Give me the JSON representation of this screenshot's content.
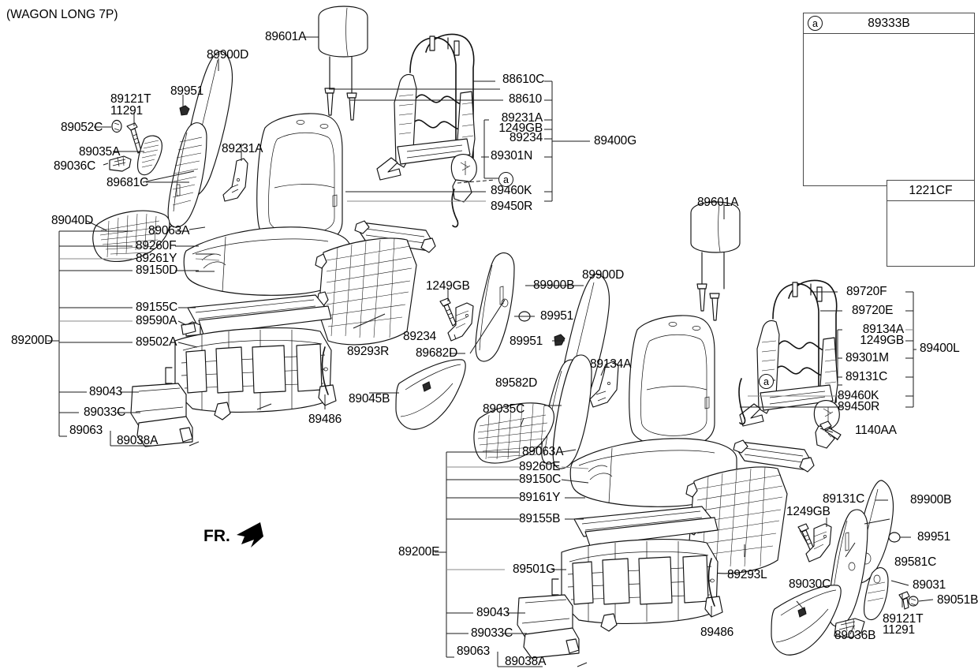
{
  "diagram": {
    "title": "(WAGON LONG 7P)",
    "direction_marker": "FR.",
    "circle_ref": "a"
  },
  "insets": [
    {
      "id": "inset-89333b",
      "ref_badge": "a",
      "part": "89333B",
      "icon": "cable-harness-icon"
    },
    {
      "id": "inset-1221cf",
      "ref_badge": "",
      "part": "1221CF",
      "icon": "screw-icon"
    }
  ],
  "assemblies": [
    {
      "id": "89400G",
      "label": "89400G",
      "members": [
        "88610C",
        "88610",
        "89231A",
        "1249GB",
        "89234",
        "89301N",
        "89460K",
        "89450R"
      ]
    },
    {
      "id": "89200D",
      "label": "89200D",
      "members": [
        "89063A",
        "89260F",
        "89261Y",
        "89150D",
        "89155C",
        "89590A",
        "89502A",
        "89043",
        "89033C",
        "89063",
        "89038A"
      ]
    },
    {
      "id": "89400L",
      "label": "89400L",
      "members": [
        "89720F",
        "89720E",
        "89134A",
        "1249GB",
        "89301M",
        "89131C",
        "89460K",
        "89450R"
      ]
    },
    {
      "id": "89200E",
      "label": "89200E",
      "members": [
        "89063A",
        "89260E",
        "89150C",
        "89161Y",
        "89155B",
        "89501G",
        "89043",
        "89033C",
        "89063",
        "89038A"
      ]
    }
  ],
  "labels": {
    "l_89900D": "89900D",
    "l_89121T": "89121T",
    "l_11291": "11291",
    "l_89951_a": "89951",
    "l_89052C": "89052C",
    "l_89035A": "89035A",
    "l_89036C": "89036C",
    "l_89681C": "89681C",
    "l_89040D": "89040D",
    "l_89231A_left": "89231A",
    "l_89601A_left": "89601A",
    "l_88610C": "88610C",
    "l_88610": "88610",
    "l_89231A": "89231A",
    "l_1249GB_a": "1249GB",
    "l_89234_a": "89234",
    "l_89301N": "89301N",
    "l_89400G": "89400G",
    "l_89460K_a": "89460K",
    "l_89450R_a": "89450R",
    "l_89063A_a": "89063A",
    "l_89260F": "89260F",
    "l_89261Y": "89261Y",
    "l_89150D": "89150D",
    "l_89155C": "89155C",
    "l_89590A": "89590A",
    "l_89200D": "89200D",
    "l_89502A": "89502A",
    "l_89043_a": "89043",
    "l_89033C_a": "89033C",
    "l_89063_a": "89063",
    "l_89038A_a": "89038A",
    "l_89293R": "89293R",
    "l_89486_a": "89486",
    "l_1249GB_b": "1249GB",
    "l_89234_b": "89234",
    "l_89682D": "89682D",
    "l_89900B_a": "89900B",
    "l_89900D_b": "89900D",
    "l_89951_b": "89951",
    "l_89951_c": "89951",
    "l_89045B": "89045B",
    "l_89582D": "89582D",
    "l_89035C": "89035C",
    "l_89134A": "89134A",
    "l_89601A_right": "89601A",
    "l_89720F": "89720F",
    "l_89720E": "89720E",
    "l_89134A_r": "89134A",
    "l_1249GB_c": "1249GB",
    "l_89301M": "89301M",
    "l_89131C_r": "89131C",
    "l_89400L": "89400L",
    "l_89460K_b": "89460K",
    "l_89450R_b": "89450R",
    "l_1140AA": "1140AA",
    "l_89063A_b": "89063A",
    "l_89260E": "89260E",
    "l_89150C": "89150C",
    "l_89161Y": "89161Y",
    "l_89155B": "89155B",
    "l_89200E": "89200E",
    "l_89501G": "89501G",
    "l_89043_b": "89043",
    "l_89033C_b": "89033C",
    "l_89063_b": "89063",
    "l_89038A_b": "89038A",
    "l_89293L": "89293L",
    "l_89486_b": "89486",
    "l_1249GB_d": "1249GB",
    "l_89131C": "89131C",
    "l_89900B_b": "89900B",
    "l_89951_d": "89951",
    "l_89581C": "89581C",
    "l_89030C": "89030C",
    "l_89031": "89031",
    "l_89051B": "89051B",
    "l_89121T_b": "89121T",
    "l_11291_b": "11291",
    "l_89036B": "89036B",
    "l_inset1": "89333B",
    "l_inset2": "1221CF"
  }
}
